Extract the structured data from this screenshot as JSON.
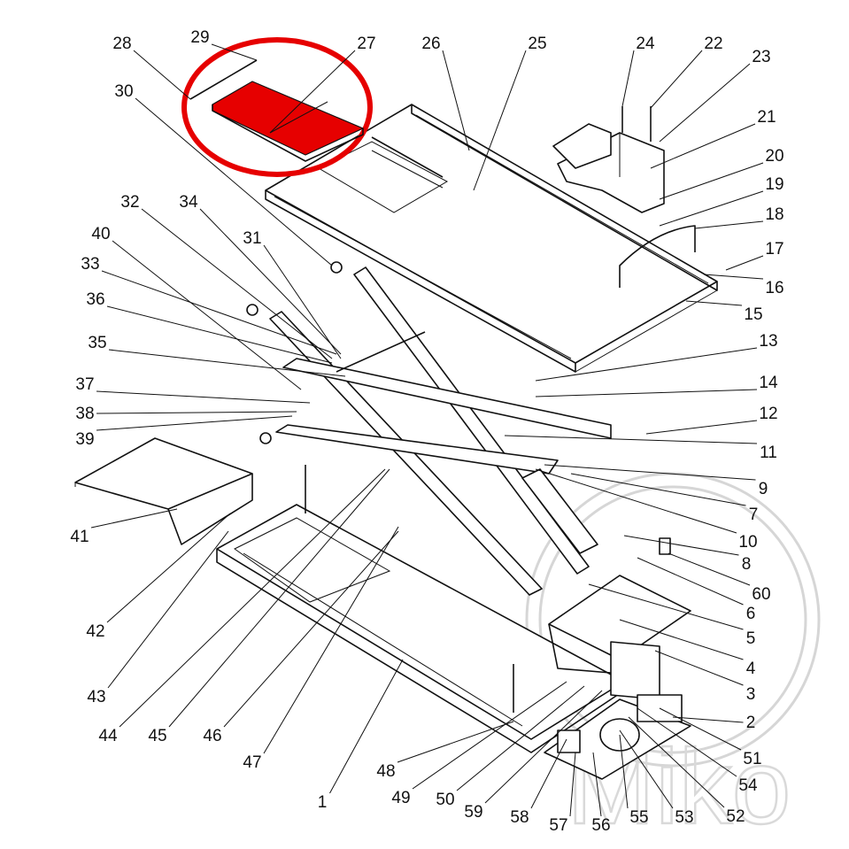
{
  "diagram": {
    "type": "exploded-parts-diagram",
    "highlight_color": "#e60000",
    "highlighted_part": "27",
    "watermark": "Miko",
    "labels": [
      "28",
      "29",
      "27",
      "26",
      "25",
      "24",
      "22",
      "23",
      "21",
      "20",
      "19",
      "18",
      "17",
      "16",
      "15",
      "13",
      "14",
      "12",
      "11",
      "9",
      "7",
      "10",
      "8",
      "60",
      "6",
      "5",
      "4",
      "3",
      "2",
      "51",
      "54",
      "52",
      "53",
      "55",
      "56",
      "57",
      "58",
      "59",
      "50",
      "49",
      "48",
      "1",
      "47",
      "46",
      "45",
      "44",
      "43",
      "42",
      "41",
      "39",
      "38",
      "37",
      "35",
      "36",
      "33",
      "40",
      "32",
      "34",
      "31",
      "30"
    ]
  }
}
